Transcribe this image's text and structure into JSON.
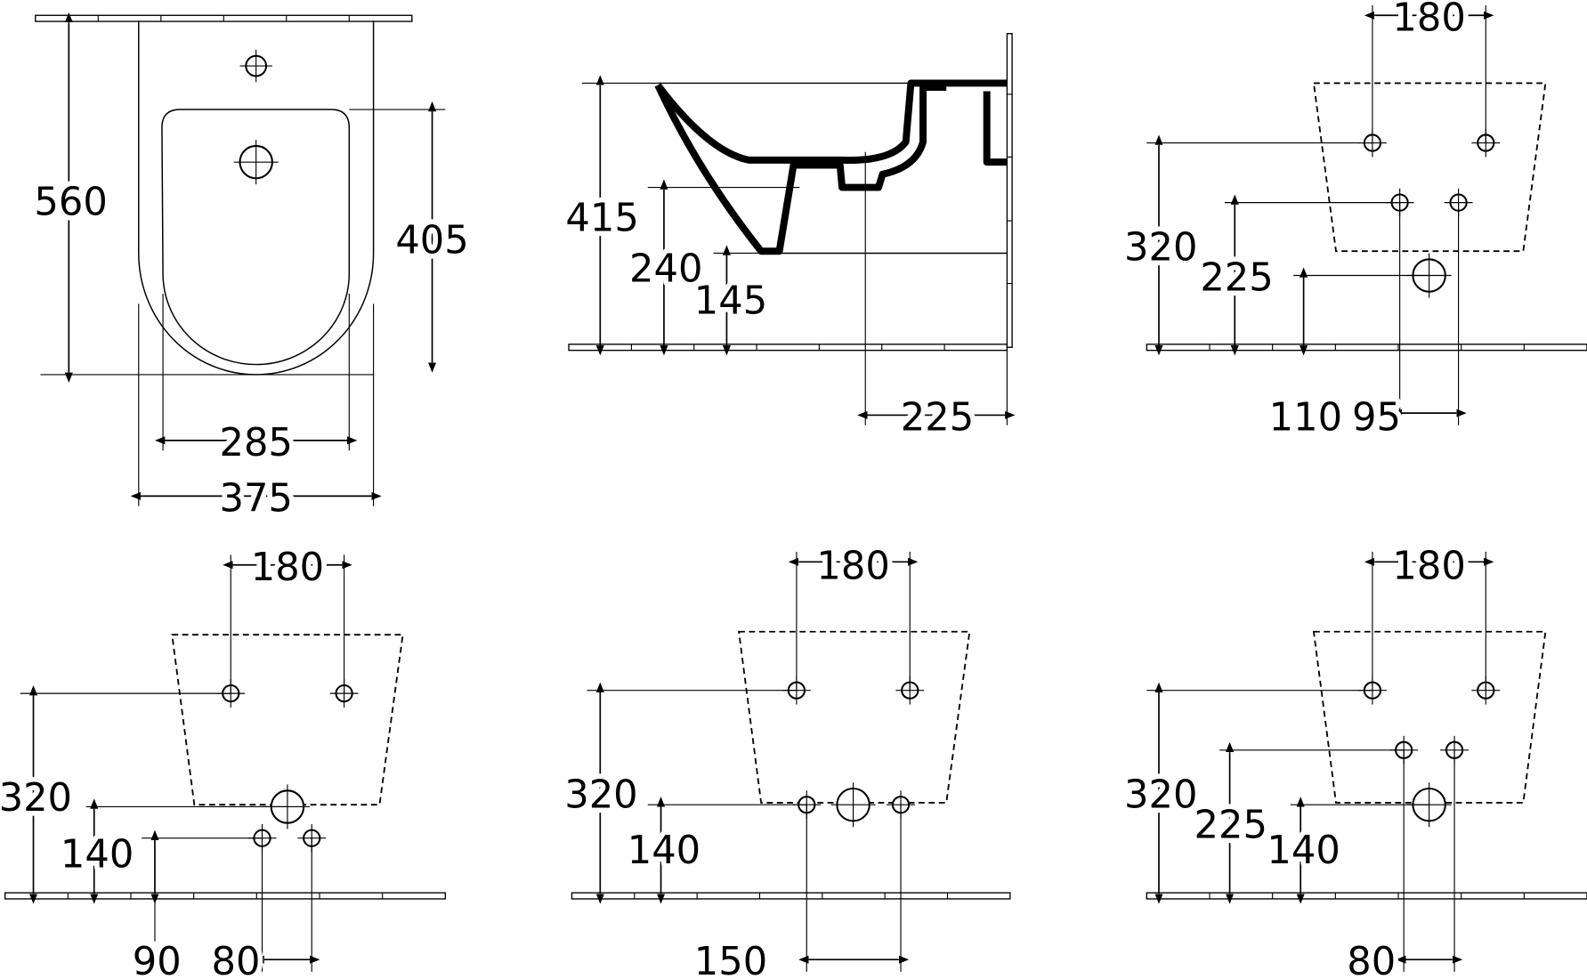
{
  "views": [
    {
      "name": "front-top-view",
      "dims": [
        "560",
        "405",
        "285",
        "375"
      ]
    },
    {
      "name": "side-view",
      "dims": [
        "415",
        "240",
        "145",
        "225"
      ]
    },
    {
      "name": "connection-view-1",
      "dims": [
        "180",
        "320",
        "225",
        "110",
        "95"
      ]
    },
    {
      "name": "connection-view-2",
      "dims": [
        "180",
        "320",
        "140",
        "90",
        "80"
      ]
    },
    {
      "name": "connection-view-3",
      "dims": [
        "180",
        "320",
        "140",
        "150"
      ]
    },
    {
      "name": "connection-view-4",
      "dims": [
        "180",
        "320",
        "225",
        "140",
        "80"
      ]
    }
  ]
}
